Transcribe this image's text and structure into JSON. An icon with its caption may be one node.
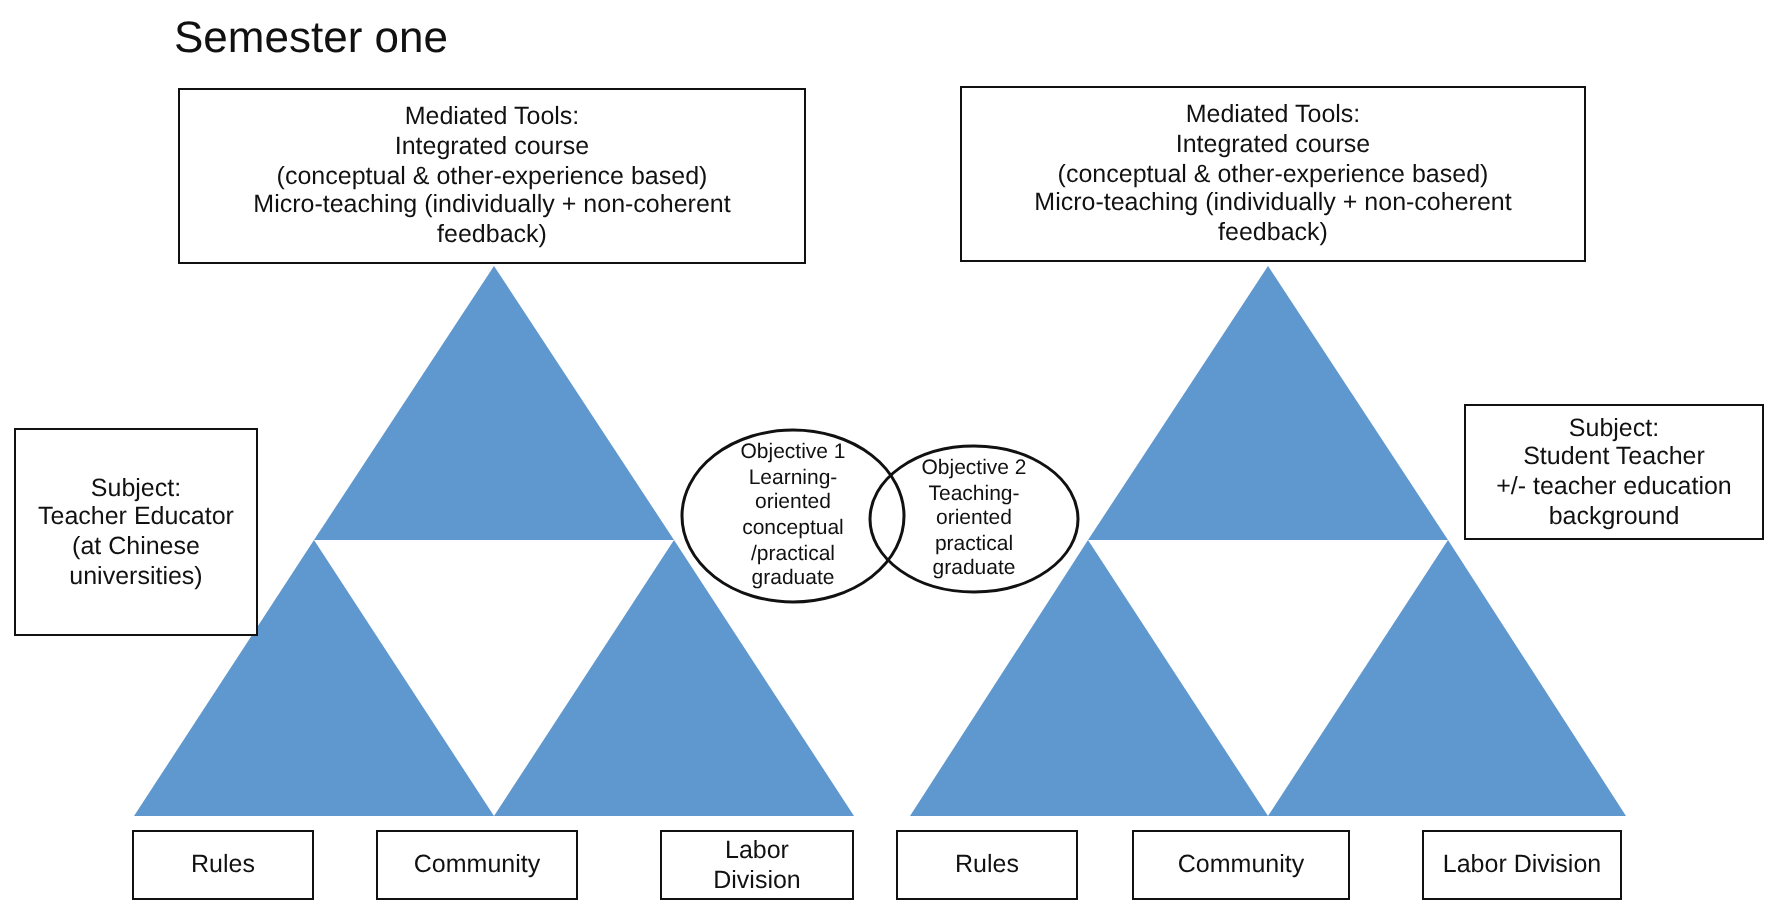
{
  "diagram": {
    "title": "Semester one",
    "nodes": [
      {
        "text": [
          "Mediated Tools:",
          "Integrated course",
          "(conceptual & other-experience based)",
          "Micro-teaching (individually + non-coherent feedback)"
        ]
      },
      {
        "text": [
          "Subject:",
          "Teacher Educator (at Chinese universities)"
        ]
      },
      {
        "text": [
          "Objective 1",
          "Learning-oriented conceptual /practical graduate"
        ]
      },
      {
        "text": [
          "Objective 2",
          "Teaching-oriented practical graduate"
        ]
      },
      {
        "text": [
          "Mediated Tools:",
          "Integrated course",
          "(conceptual & other-experience based)",
          "Micro-teaching (individually + non-coherent feedback)"
        ]
      },
      {
        "text": [
          "Subject:",
          "Student Teacher",
          "+/- teacher education background"
        ]
      },
      {
        "text": [
          "Rules"
        ]
      },
      {
        "text": [
          "Community"
        ]
      },
      {
        "text": [
          "Labor Division"
        ]
      },
      {
        "text": [
          "Rules"
        ]
      },
      {
        "text": [
          "Community"
        ]
      },
      {
        "text": [
          "Labor Division"
        ]
      }
    ],
    "edges": []
  }
}
